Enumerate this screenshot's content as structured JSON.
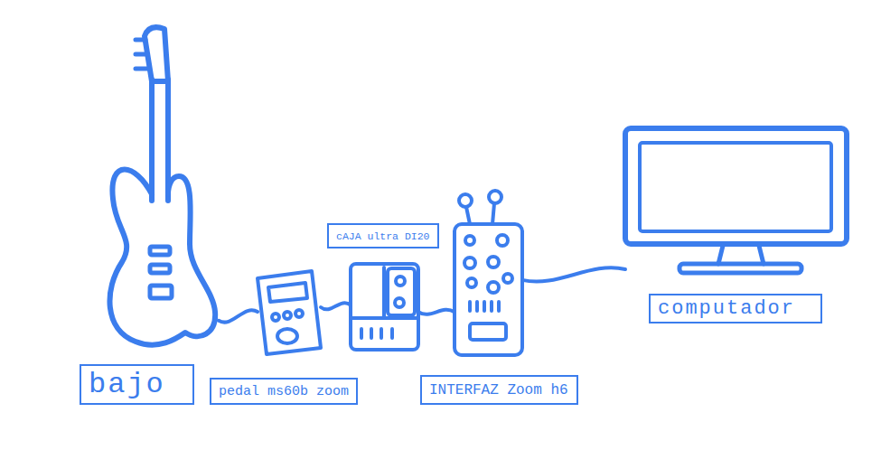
{
  "diagram": {
    "nodes": [
      {
        "text": [
          "bajo"
        ]
      },
      {
        "text": [
          "pedal ms60b zoom"
        ]
      },
      {
        "text": [
          "cAJA ultra DI20"
        ]
      },
      {
        "text": [
          "INTERFAZ Zoom h6"
        ]
      },
      {
        "text": [
          "computador"
        ]
      }
    ],
    "edges": [
      {
        "from": 0,
        "to": 1,
        "arrow": "none"
      },
      {
        "from": 1,
        "to": 2,
        "arrow": "none"
      },
      {
        "from": 2,
        "to": 3,
        "arrow": "none"
      },
      {
        "from": 3,
        "to": 4,
        "arrow": "none"
      }
    ]
  }
}
